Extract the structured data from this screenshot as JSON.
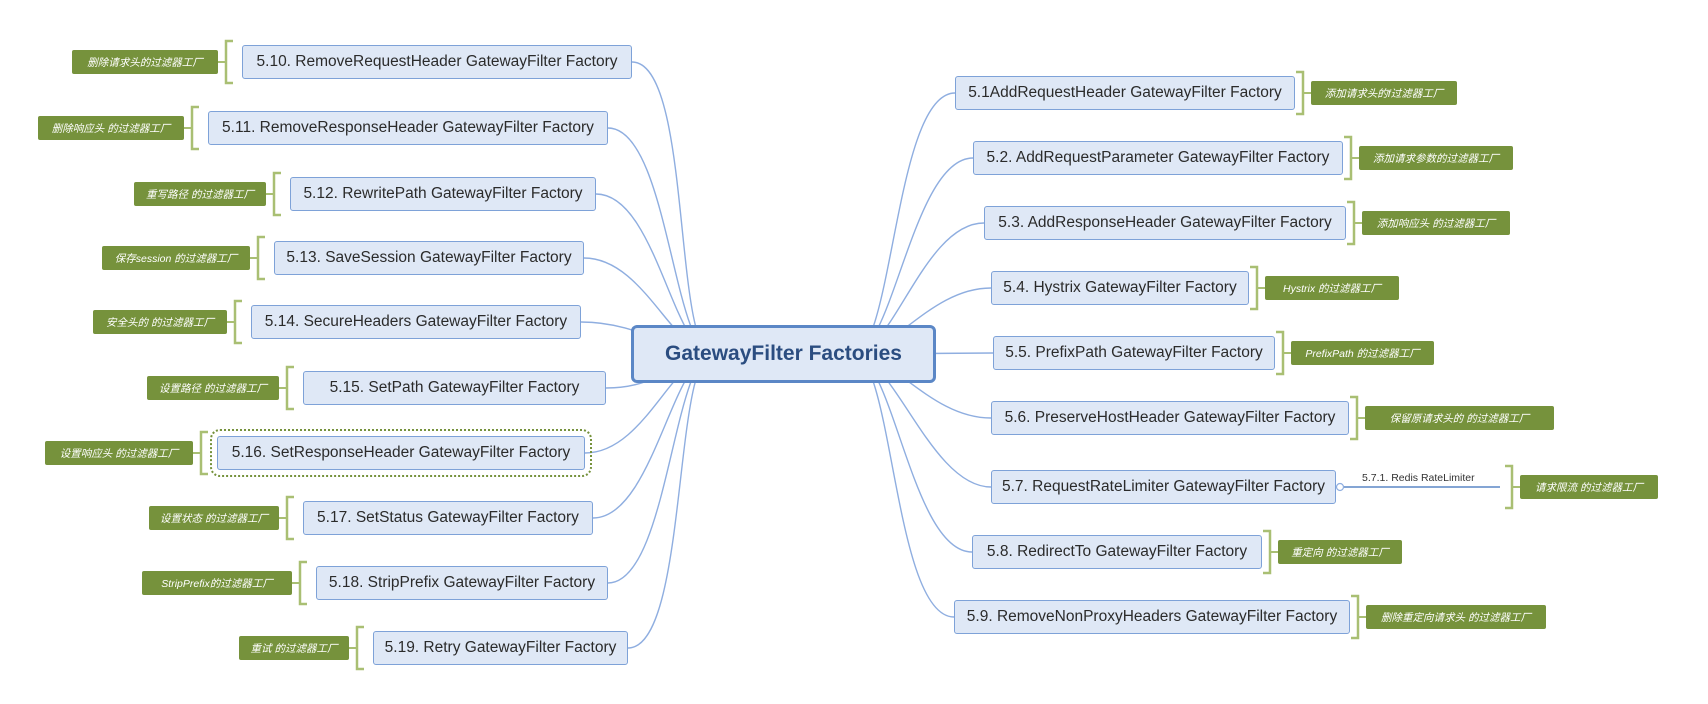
{
  "center": {
    "label": "GatewayFilter Factories"
  },
  "left_topics": [
    {
      "label": "5.10. RemoveRequestHeader GatewayFilter Factory",
      "note": "删除请求头的过滤器工厂"
    },
    {
      "label": "5.11. RemoveResponseHeader GatewayFilter Factory",
      "note": "删除响应头 的过滤器工厂"
    },
    {
      "label": "5.12. RewritePath GatewayFilter Factory",
      "note": "重写路径 的过滤器工厂"
    },
    {
      "label": "5.13. SaveSession GatewayFilter Factory",
      "note": "保存session 的过滤器工厂"
    },
    {
      "label": "5.14. SecureHeaders GatewayFilter Factory",
      "note": "安全头的 的过滤器工厂"
    },
    {
      "label": "5.15. SetPath GatewayFilter Factory",
      "note": "设置路径 的过滤器工厂"
    },
    {
      "label": "5.16. SetResponseHeader GatewayFilter Factory",
      "note": "设置响应头 的过滤器工厂"
    },
    {
      "label": "5.17. SetStatus GatewayFilter Factory",
      "note": "设置状态 的过滤器工厂"
    },
    {
      "label": "5.18. StripPrefix GatewayFilter Factory",
      "note": "StripPrefix的过滤器工厂"
    },
    {
      "label": "5.19. Retry GatewayFilter Factory",
      "note": "重试 的过滤器工厂"
    }
  ],
  "right_topics": [
    {
      "label": "5.1AddRequestHeader GatewayFilter Factory",
      "note": "添加请求头的f过滤器工厂"
    },
    {
      "label": "5.2. AddRequestParameter GatewayFilter Factory",
      "note": "添加请求参数的过滤器工厂"
    },
    {
      "label": "5.3. AddResponseHeader GatewayFilter Factory",
      "note": "添加响应头 的过滤器工厂"
    },
    {
      "label": "5.4. Hystrix GatewayFilter Factory",
      "note": "Hystrix 的过滤器工厂"
    },
    {
      "label": "5.5. PrefixPath GatewayFilter Factory",
      "note": "PrefixPath 的过滤器工厂"
    },
    {
      "label": "5.6. PreserveHostHeader GatewayFilter Factory",
      "note": "保留原请求头的 的过滤器工厂"
    },
    {
      "label": "5.7. RequestRateLimiter GatewayFilter Factory",
      "subtopic": "5.7.1. Redis RateLimiter",
      "note": "请求限流 的过滤器工厂"
    },
    {
      "label": "5.8. RedirectTo GatewayFilter Factory",
      "note": "重定向 的过滤器工厂"
    },
    {
      "label": "5.9. RemoveNonProxyHeaders GatewayFilter Factory",
      "note": "删除重定向请求头 的过滤器工厂"
    }
  ],
  "colors": {
    "node_fill": "#dfe8f6",
    "node_border": "#7ea2d8",
    "connector": "#8faee0",
    "note_fill": "#76923c",
    "note_bracket": "#a9bf73"
  },
  "selected_topic": "5.16. SetResponseHeader GatewayFilter Factory"
}
